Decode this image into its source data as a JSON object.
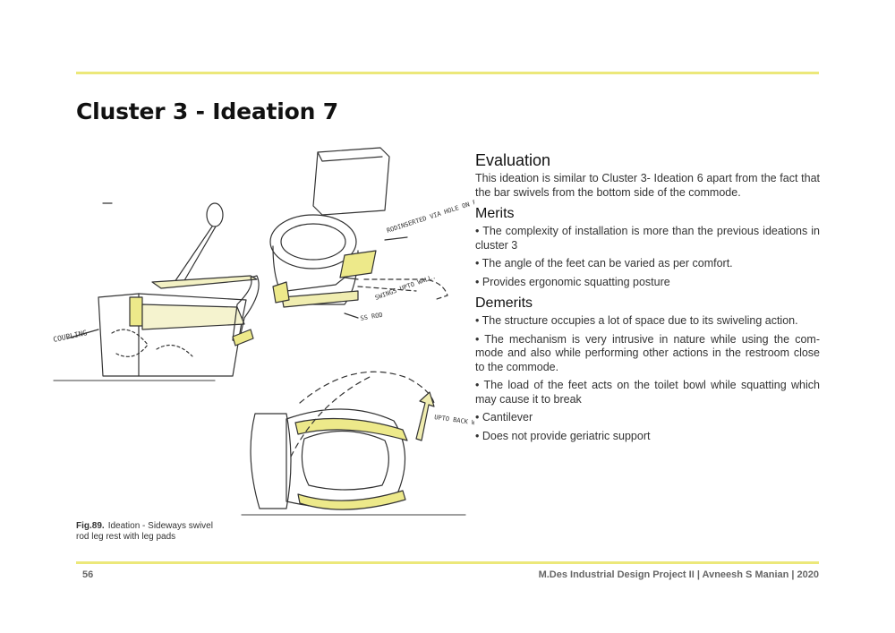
{
  "page": {
    "title": "Cluster 3 - Ideation 7",
    "page_number": "56",
    "footer": "M.Des Industrial Design Project II | Avneesh S Manian | 2020"
  },
  "figure": {
    "label": "Fig.89.",
    "caption": "Ideation - Sideways swivel rod leg rest with leg pads",
    "annotations": {
      "coupling": "COUPLING",
      "rod_inserted": "RODINSERTED VIA HOLE ON BOWL",
      "swings": "SWINGS UPTO WALL.",
      "ss_rod": "SS ROD",
      "upto_back_wall": "UPTO BACK WALL"
    },
    "highlight_color": "#ede98a"
  },
  "evaluation": {
    "heading": "Evaluation",
    "text": "This ideation is similar to Cluster 3- Ideation 6 apart from the fact that the bar swivels from the bottom side of the commode."
  },
  "merits": {
    "heading": "Merits",
    "items": [
      "The complexity of installation is more than the previous ideations in cluster 3",
      "The angle of the feet can be varied as per comfort.",
      "Provides ergonomic squatting posture"
    ]
  },
  "demerits": {
    "heading": "Demerits",
    "items": [
      "The structure occupies a lot of space due to its swiveling action.",
      "The mechanism is very intrusive in nature while using the com-mode and also while performing other actions in the restroom close to the commode.",
      "The load of the feet acts on the toilet bowl while squatting which may cause it to  break",
      "Cantilever",
      "Does not provide geriatric support"
    ]
  },
  "colors": {
    "rule": "#ece87a",
    "footer_text": "#666666"
  }
}
